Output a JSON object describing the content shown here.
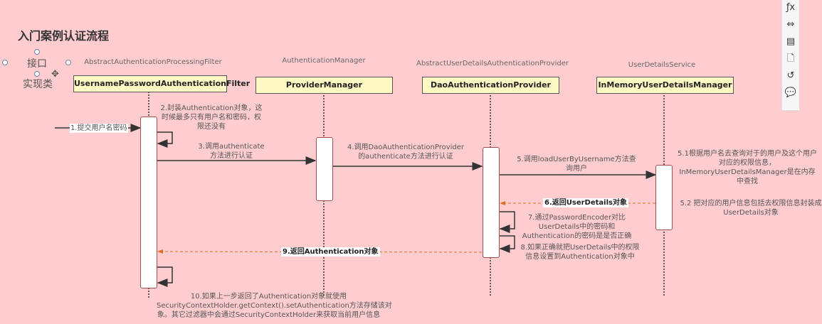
{
  "title": "入门案例认证流程",
  "legend": {
    "interface_label": "接口",
    "impl_label": "实现类"
  },
  "participants": [
    {
      "interface": "AbstractAuthenticationProcessingFilter",
      "class": "UsernamePasswordAuthenticationFilter"
    },
    {
      "interface": "AuthenticationManager",
      "class": "ProviderManager"
    },
    {
      "interface": "AbstractUserDetailsAuthenticationProvider",
      "class": "DaoAuthenticationProvider"
    },
    {
      "interface": "UserDetailsService",
      "class": "InMemoryUserDetailsManager"
    }
  ],
  "messages": {
    "m1": "1.提交用户名密码",
    "m2": [
      "2.封装Authentication对象，这",
      "时候最多只有用户名和密码，权",
      "限还没有"
    ],
    "m3": [
      "3.调用authenticate",
      "方法进行认证"
    ],
    "m4": [
      "4.调用DaoAuthenticationProvider",
      "的authenticate方法进行认证"
    ],
    "m5": [
      "5.调用loadUserByUsername方法查",
      "询用户"
    ],
    "m51": [
      "5.1根据用户名去查询对于的用户及这个用户",
      "对应的权限信息，",
      "InMemoryUserDetailsManager是在内存",
      "中查找"
    ],
    "m52": [
      "5.2 把对应的用户信息包括去权限信息封装成",
      "UserDetails对象"
    ],
    "m6": "6.返回UserDetails对象",
    "m7": [
      "7.通过PasswordEncoder对比",
      "UserDetails中的密码和",
      "Authentication的密码是是否正确"
    ],
    "m8": [
      "8.如果正确就把UserDetails中的权限",
      "信息设置到Authentication对象中"
    ],
    "m9": "9.返回Authentication对象",
    "m10": [
      "10.如果上一步返回了Authentication对象就使用",
      "SecurityContextHolder.getContext().setAuthentication方法存储该对",
      "象。其它过滤器中会通过SecurityContextHolder来获取当前用户信息"
    ]
  },
  "toolbar": {
    "icons": [
      "formula-icon",
      "resize-icon",
      "copy-page-icon",
      "page-icon",
      "history-icon",
      "comment-icon"
    ],
    "glyphs": [
      "ƒx",
      "⇔",
      "▤",
      "🗋",
      "↺",
      "💬"
    ]
  },
  "colors": {
    "background": "#ffcdd0",
    "class_fill": "#fff9c4",
    "return_arrow": "#e07020"
  }
}
